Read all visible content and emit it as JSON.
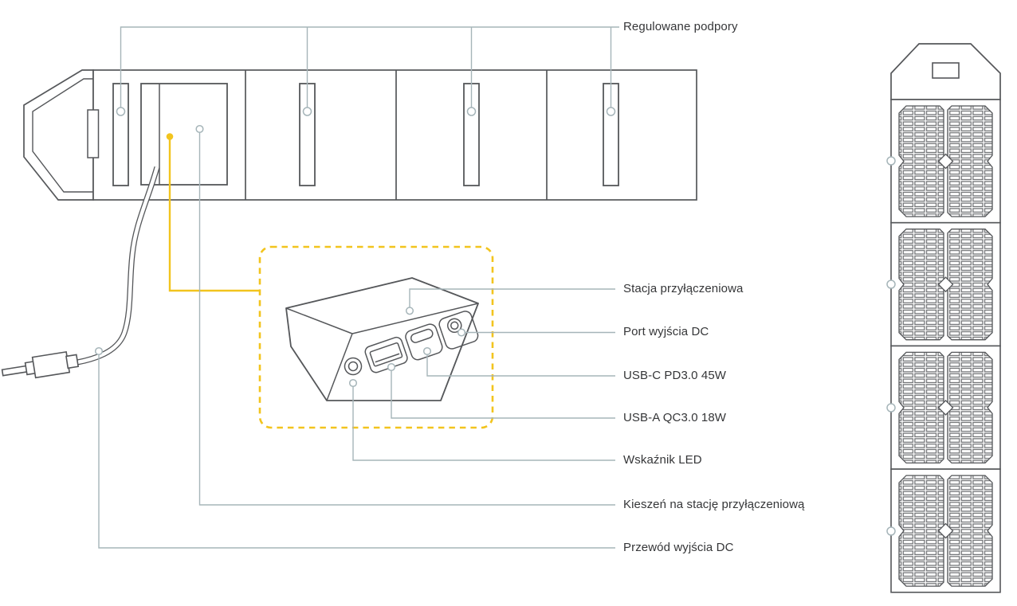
{
  "diagram": {
    "description": "Solar panel charger manual diagram",
    "colors": {
      "outline": "#55575A",
      "leader": "#A6B5B9",
      "accent_yellow": "#F2C41E",
      "text": "#353638"
    },
    "labels": [
      {
        "id": "adjustable-supports",
        "text": "Regulowane podpory"
      },
      {
        "id": "docking-station",
        "text": "Stacja przyłączeniowa"
      },
      {
        "id": "dc-output-port",
        "text": "Port wyjścia DC"
      },
      {
        "id": "usb-c-port",
        "text": "USB-C PD3.0 45W"
      },
      {
        "id": "usb-a-port",
        "text": "USB-A QC3.0 18W"
      },
      {
        "id": "led-indicator",
        "text": "Wskaźnik LED"
      },
      {
        "id": "station-pocket",
        "text": "Kieszeń na stację przyłączeniową"
      },
      {
        "id": "dc-output-cable",
        "text": "Przewód wyjścia DC"
      }
    ]
  }
}
